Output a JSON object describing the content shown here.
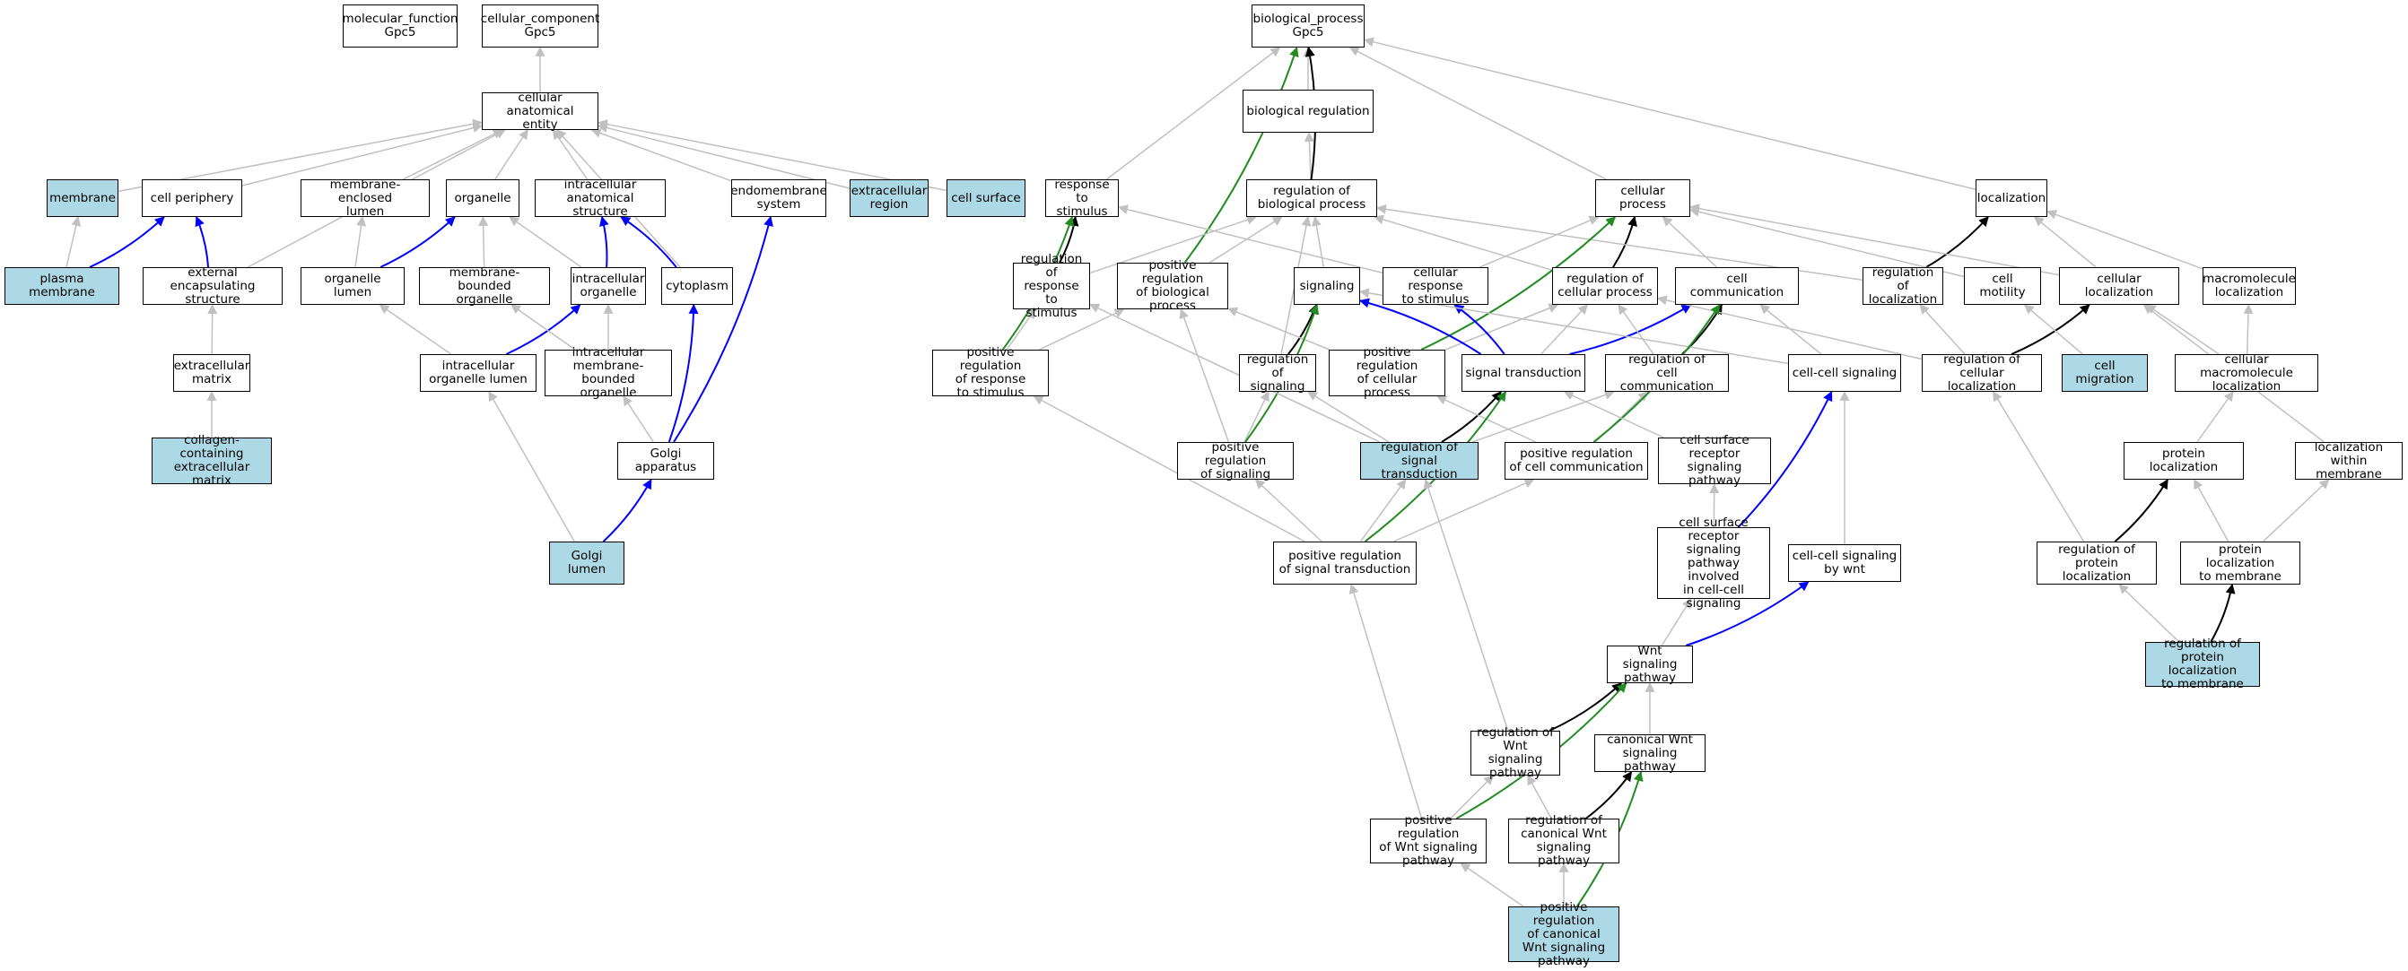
{
  "colors": {
    "highlight_fill": "#add8e6",
    "is_a": "#c0c0c0",
    "part_of": "#0000ff",
    "regulates": "#000000",
    "positively_regulates": "#228b22"
  },
  "nodes": [
    {
      "id": "molecular_function",
      "label": "molecular_function\nGpc5",
      "hl": false
    },
    {
      "id": "cellular_component",
      "label": "cellular_component\nGpc5",
      "hl": false
    },
    {
      "id": "cellular_anatomical_entity",
      "label": "cellular anatomical\nentity",
      "hl": false
    },
    {
      "id": "membrane",
      "label": "membrane",
      "hl": true
    },
    {
      "id": "cell_periphery",
      "label": "cell periphery",
      "hl": false
    },
    {
      "id": "membrane_enclosed_lumen",
      "label": "membrane-enclosed\nlumen",
      "hl": false
    },
    {
      "id": "organelle",
      "label": "organelle",
      "hl": false
    },
    {
      "id": "intracellular_anatomical_structure",
      "label": "intracellular\nanatomical structure",
      "hl": false
    },
    {
      "id": "endomembrane_system",
      "label": "endomembrane\nsystem",
      "hl": false
    },
    {
      "id": "extracellular_region",
      "label": "extracellular\nregion",
      "hl": true
    },
    {
      "id": "cell_surface",
      "label": "cell surface",
      "hl": true
    },
    {
      "id": "plasma_membrane",
      "label": "plasma membrane",
      "hl": true
    },
    {
      "id": "external_encapsulating_structure",
      "label": "external encapsulating\nstructure",
      "hl": false
    },
    {
      "id": "organelle_lumen",
      "label": "organelle lumen",
      "hl": false
    },
    {
      "id": "membrane_bounded_organelle",
      "label": "membrane-bounded\norganelle",
      "hl": false
    },
    {
      "id": "intracellular_organelle",
      "label": "intracellular\norganelle",
      "hl": false
    },
    {
      "id": "cytoplasm",
      "label": "cytoplasm",
      "hl": false
    },
    {
      "id": "extracellular_matrix",
      "label": "extracellular\nmatrix",
      "hl": false
    },
    {
      "id": "intracellular_organelle_lumen",
      "label": "intracellular\norganelle lumen",
      "hl": false
    },
    {
      "id": "intracellular_membrane_bounded_organelle",
      "label": "intracellular\nmembrane-bounded\norganelle",
      "hl": false
    },
    {
      "id": "collagen_ecm",
      "label": "collagen-containing\nextracellular\nmatrix",
      "hl": true
    },
    {
      "id": "golgi_apparatus",
      "label": "Golgi apparatus",
      "hl": false
    },
    {
      "id": "golgi_lumen",
      "label": "Golgi lumen",
      "hl": true
    },
    {
      "id": "biological_process",
      "label": "biological_process\nGpc5",
      "hl": false
    },
    {
      "id": "biological_regulation",
      "label": "biological regulation",
      "hl": false
    },
    {
      "id": "response_to_stimulus",
      "label": "response to\nstimulus",
      "hl": false
    },
    {
      "id": "regulation_of_biological_process",
      "label": "regulation of\nbiological process",
      "hl": false
    },
    {
      "id": "cellular_process",
      "label": "cellular process",
      "hl": false
    },
    {
      "id": "localization",
      "label": "localization",
      "hl": false
    },
    {
      "id": "regulation_of_response_to_stimulus",
      "label": "regulation of\nresponse to\nstimulus",
      "hl": false
    },
    {
      "id": "positive_regulation_of_biological_process",
      "label": "positive regulation\nof biological\nprocess",
      "hl": false
    },
    {
      "id": "signaling",
      "label": "signaling",
      "hl": false
    },
    {
      "id": "cellular_response_to_stimulus",
      "label": "cellular response\nto stimulus",
      "hl": false
    },
    {
      "id": "regulation_of_cellular_process",
      "label": "regulation of\ncellular process",
      "hl": false
    },
    {
      "id": "cell_communication",
      "label": "cell communication",
      "hl": false
    },
    {
      "id": "regulation_of_localization",
      "label": "regulation of\nlocalization",
      "hl": false
    },
    {
      "id": "cell_motility",
      "label": "cell motility",
      "hl": false
    },
    {
      "id": "cellular_localization",
      "label": "cellular localization",
      "hl": false
    },
    {
      "id": "macromolecule_localization",
      "label": "macromolecule\nlocalization",
      "hl": false
    },
    {
      "id": "positive_regulation_of_response_to_stimulus",
      "label": "positive regulation\nof response\nto stimulus",
      "hl": false
    },
    {
      "id": "regulation_of_signaling",
      "label": "regulation of\nsignaling",
      "hl": false
    },
    {
      "id": "positive_regulation_of_cellular_process",
      "label": "positive regulation\nof cellular\nprocess",
      "hl": false
    },
    {
      "id": "signal_transduction",
      "label": "signal transduction",
      "hl": false
    },
    {
      "id": "regulation_of_cell_communication",
      "label": "regulation of\ncell communication",
      "hl": false
    },
    {
      "id": "cell_cell_signaling",
      "label": "cell-cell signaling",
      "hl": false
    },
    {
      "id": "regulation_of_cellular_localization",
      "label": "regulation of\ncellular localization",
      "hl": false
    },
    {
      "id": "cell_migration",
      "label": "cell migration",
      "hl": true
    },
    {
      "id": "cellular_macromolecule_localization",
      "label": "cellular macromolecule\nlocalization",
      "hl": false
    },
    {
      "id": "positive_regulation_of_signaling",
      "label": "positive regulation\nof signaling",
      "hl": false
    },
    {
      "id": "regulation_of_signal_transduction",
      "label": "regulation of\nsignal transduction",
      "hl": true
    },
    {
      "id": "positive_regulation_of_cell_communication",
      "label": "positive regulation\nof cell communication",
      "hl": false
    },
    {
      "id": "cell_surface_receptor_signaling_pathway",
      "label": "cell surface\nreceptor signaling\npathway",
      "hl": false
    },
    {
      "id": "protein_localization",
      "label": "protein localization",
      "hl": false
    },
    {
      "id": "localization_within_membrane",
      "label": "localization\nwithin membrane",
      "hl": false
    },
    {
      "id": "positive_regulation_of_signal_transduction",
      "label": "positive regulation\nof signal transduction",
      "hl": false
    },
    {
      "id": "csrsp_cell_cell",
      "label": "cell surface\nreceptor signaling\npathway involved\nin cell-cell\nsignaling",
      "hl": false
    },
    {
      "id": "cell_cell_signaling_by_wnt",
      "label": "cell-cell signaling\nby wnt",
      "hl": false
    },
    {
      "id": "regulation_of_protein_localization",
      "label": "regulation of\nprotein localization",
      "hl": false
    },
    {
      "id": "protein_localization_to_membrane",
      "label": "protein localization\nto membrane",
      "hl": false
    },
    {
      "id": "wnt_signaling_pathway",
      "label": "Wnt signaling\npathway",
      "hl": false
    },
    {
      "id": "regulation_of_protein_localization_to_membrane",
      "label": "regulation of\nprotein localization\nto membrane",
      "hl": true
    },
    {
      "id": "regulation_of_wnt_signaling_pathway",
      "label": "regulation of\nWnt signaling\npathway",
      "hl": false
    },
    {
      "id": "canonical_wnt_signaling_pathway",
      "label": "canonical Wnt\nsignaling pathway",
      "hl": false
    },
    {
      "id": "positive_regulation_of_wnt_signaling_pathway",
      "label": "positive regulation\nof Wnt signaling\npathway",
      "hl": false
    },
    {
      "id": "regulation_of_canonical_wnt_signaling_pathway",
      "label": "regulation of\ncanonical Wnt\nsignaling pathway",
      "hl": false
    },
    {
      "id": "positive_regulation_of_canonical_wnt_signaling_pathway",
      "label": "positive regulation\nof canonical\nWnt signaling\npathway",
      "hl": true
    }
  ],
  "edges": [
    [
      "cellular_anatomical_entity",
      "cellular_component",
      "is_a"
    ],
    [
      "membrane",
      "cellular_anatomical_entity",
      "is_a"
    ],
    [
      "cell_periphery",
      "cellular_anatomical_entity",
      "is_a"
    ],
    [
      "membrane_enclosed_lumen",
      "cellular_anatomical_entity",
      "is_a"
    ],
    [
      "organelle",
      "cellular_anatomical_entity",
      "is_a"
    ],
    [
      "intracellular_anatomical_structure",
      "cellular_anatomical_entity",
      "is_a"
    ],
    [
      "endomembrane_system",
      "cellular_anatomical_entity",
      "is_a"
    ],
    [
      "extracellular_region",
      "cellular_anatomical_entity",
      "is_a"
    ],
    [
      "cell_surface",
      "cellular_anatomical_entity",
      "is_a"
    ],
    [
      "external_encapsulating_structure",
      "cellular_anatomical_entity",
      "is_a"
    ],
    [
      "cytoplasm",
      "cellular_anatomical_entity",
      "is_a"
    ],
    [
      "plasma_membrane",
      "membrane",
      "is_a"
    ],
    [
      "plasma_membrane",
      "cell_periphery",
      "part_of"
    ],
    [
      "external_encapsulating_structure",
      "cell_periphery",
      "part_of"
    ],
    [
      "organelle_lumen",
      "membrane_enclosed_lumen",
      "is_a"
    ],
    [
      "organelle_lumen",
      "organelle",
      "part_of"
    ],
    [
      "membrane_bounded_organelle",
      "organelle",
      "is_a"
    ],
    [
      "intracellular_organelle",
      "organelle",
      "is_a"
    ],
    [
      "intracellular_organelle",
      "intracellular_anatomical_structure",
      "part_of"
    ],
    [
      "cytoplasm",
      "intracellular_anatomical_structure",
      "part_of"
    ],
    [
      "extracellular_matrix",
      "external_encapsulating_structure",
      "is_a"
    ],
    [
      "collagen_ecm",
      "extracellular_matrix",
      "is_a"
    ],
    [
      "intracellular_organelle_lumen",
      "organelle_lumen",
      "is_a"
    ],
    [
      "intracellular_organelle_lumen",
      "intracellular_organelle",
      "part_of"
    ],
    [
      "intracellular_membrane_bounded_organelle",
      "membrane_bounded_organelle",
      "is_a"
    ],
    [
      "intracellular_membrane_bounded_organelle",
      "intracellular_organelle",
      "is_a"
    ],
    [
      "golgi_apparatus",
      "intracellular_membrane_bounded_organelle",
      "is_a"
    ],
    [
      "golgi_apparatus",
      "cytoplasm",
      "part_of"
    ],
    [
      "golgi_apparatus",
      "endomembrane_system",
      "part_of"
    ],
    [
      "golgi_lumen",
      "intracellular_organelle_lumen",
      "is_a"
    ],
    [
      "golgi_lumen",
      "golgi_apparatus",
      "part_of"
    ],
    [
      "biological_regulation",
      "biological_process",
      "is_a"
    ],
    [
      "response_to_stimulus",
      "biological_process",
      "is_a"
    ],
    [
      "cellular_process",
      "biological_process",
      "is_a"
    ],
    [
      "localization",
      "biological_process",
      "is_a"
    ],
    [
      "regulation_of_biological_process",
      "biological_regulation",
      "is_a"
    ],
    [
      "regulation_of_biological_process",
      "biological_process",
      "regulates"
    ],
    [
      "positive_regulation_of_biological_process",
      "biological_process",
      "positively_regulates"
    ],
    [
      "regulation_of_response_to_stimulus",
      "response_to_stimulus",
      "regulates"
    ],
    [
      "regulation_of_response_to_stimulus",
      "regulation_of_biological_process",
      "is_a"
    ],
    [
      "positive_regulation_of_biological_process",
      "regulation_of_biological_process",
      "is_a"
    ],
    [
      "signaling",
      "regulation_of_biological_process",
      "is_a"
    ],
    [
      "cellular_response_to_stimulus",
      "response_to_stimulus",
      "is_a"
    ],
    [
      "cellular_response_to_stimulus",
      "cellular_process",
      "is_a"
    ],
    [
      "regulation_of_cellular_process",
      "regulation_of_biological_process",
      "is_a"
    ],
    [
      "regulation_of_cellular_process",
      "cellular_process",
      "regulates"
    ],
    [
      "cell_communication",
      "cellular_process",
      "is_a"
    ],
    [
      "regulation_of_localization",
      "localization",
      "regulates"
    ],
    [
      "regulation_of_localization",
      "regulation_of_biological_process",
      "is_a"
    ],
    [
      "cell_motility",
      "cellular_process",
      "is_a"
    ],
    [
      "cellular_localization",
      "localization",
      "is_a"
    ],
    [
      "cellular_localization",
      "cellular_process",
      "is_a"
    ],
    [
      "macromolecule_localization",
      "localization",
      "is_a"
    ],
    [
      "positive_regulation_of_response_to_stimulus",
      "regulation_of_response_to_stimulus",
      "is_a"
    ],
    [
      "positive_regulation_of_response_to_stimulus",
      "positive_regulation_of_biological_process",
      "is_a"
    ],
    [
      "positive_regulation_of_response_to_stimulus",
      "response_to_stimulus",
      "positively_regulates"
    ],
    [
      "regulation_of_signaling",
      "signaling",
      "regulates"
    ],
    [
      "regulation_of_signaling",
      "regulation_of_biological_process",
      "is_a"
    ],
    [
      "positive_regulation_of_cellular_process",
      "regulation_of_cellular_process",
      "is_a"
    ],
    [
      "positive_regulation_of_cellular_process",
      "positive_regulation_of_biological_process",
      "is_a"
    ],
    [
      "positive_regulation_of_cellular_process",
      "cellular_process",
      "positively_regulates"
    ],
    [
      "signal_transduction",
      "signaling",
      "part_of"
    ],
    [
      "signal_transduction",
      "cellular_response_to_stimulus",
      "part_of"
    ],
    [
      "signal_transduction",
      "cell_communication",
      "part_of"
    ],
    [
      "signal_transduction",
      "regulation_of_cellular_process",
      "is_a"
    ],
    [
      "regulation_of_cell_communication",
      "cell_communication",
      "regulates"
    ],
    [
      "regulation_of_cell_communication",
      "regulation_of_cellular_process",
      "is_a"
    ],
    [
      "cell_cell_signaling",
      "cell_communication",
      "is_a"
    ],
    [
      "cell_cell_signaling",
      "signaling",
      "is_a"
    ],
    [
      "regulation_of_cellular_localization",
      "cellular_localization",
      "regulates"
    ],
    [
      "regulation_of_cellular_localization",
      "regulation_of_localization",
      "is_a"
    ],
    [
      "regulation_of_cellular_localization",
      "regulation_of_cellular_process",
      "is_a"
    ],
    [
      "cell_migration",
      "cell_motility",
      "is_a"
    ],
    [
      "cellular_macromolecule_localization",
      "cellular_localization",
      "is_a"
    ],
    [
      "cellular_macromolecule_localization",
      "macromolecule_localization",
      "is_a"
    ],
    [
      "positive_regulation_of_signaling",
      "regulation_of_signaling",
      "is_a"
    ],
    [
      "positive_regulation_of_signaling",
      "signaling",
      "positively_regulates"
    ],
    [
      "positive_regulation_of_signaling",
      "positive_regulation_of_biological_process",
      "is_a"
    ],
    [
      "regulation_of_signal_transduction",
      "signal_transduction",
      "regulates"
    ],
    [
      "regulation_of_signal_transduction",
      "regulation_of_signaling",
      "is_a"
    ],
    [
      "regulation_of_signal_transduction",
      "regulation_of_cell_communication",
      "is_a"
    ],
    [
      "regulation_of_signal_transduction",
      "regulation_of_response_to_stimulus",
      "is_a"
    ],
    [
      "positive_regulation_of_cell_communication",
      "regulation_of_cell_communication",
      "is_a"
    ],
    [
      "positive_regulation_of_cell_communication",
      "positive_regulation_of_cellular_process",
      "is_a"
    ],
    [
      "positive_regulation_of_cell_communication",
      "cell_communication",
      "positively_regulates"
    ],
    [
      "cell_surface_receptor_signaling_pathway",
      "signal_transduction",
      "is_a"
    ],
    [
      "protein_localization",
      "cellular_macromolecule_localization",
      "is_a"
    ],
    [
      "localization_within_membrane",
      "cellular_localization",
      "is_a"
    ],
    [
      "positive_regulation_of_signal_transduction",
      "regulation_of_signal_transduction",
      "is_a"
    ],
    [
      "positive_regulation_of_signal_transduction",
      "positive_regulation_of_signaling",
      "is_a"
    ],
    [
      "positive_regulation_of_signal_transduction",
      "positive_regulation_of_cell_communication",
      "is_a"
    ],
    [
      "positive_regulation_of_signal_transduction",
      "signal_transduction",
      "positively_regulates"
    ],
    [
      "positive_regulation_of_signal_transduction",
      "positive_regulation_of_response_to_stimulus",
      "is_a"
    ],
    [
      "csrsp_cell_cell",
      "cell_surface_receptor_signaling_pathway",
      "is_a"
    ],
    [
      "csrsp_cell_cell",
      "cell_cell_signaling",
      "part_of"
    ],
    [
      "cell_cell_signaling_by_wnt",
      "cell_cell_signaling",
      "is_a"
    ],
    [
      "regulation_of_protein_localization",
      "protein_localization",
      "regulates"
    ],
    [
      "regulation_of_protein_localization",
      "regulation_of_cellular_localization",
      "is_a"
    ],
    [
      "protein_localization_to_membrane",
      "protein_localization",
      "is_a"
    ],
    [
      "protein_localization_to_membrane",
      "localization_within_membrane",
      "is_a"
    ],
    [
      "wnt_signaling_pathway",
      "csrsp_cell_cell",
      "is_a"
    ],
    [
      "wnt_signaling_pathway",
      "cell_cell_signaling_by_wnt",
      "part_of"
    ],
    [
      "regulation_of_protein_localization_to_membrane",
      "regulation_of_protein_localization",
      "is_a"
    ],
    [
      "regulation_of_protein_localization_to_membrane",
      "protein_localization_to_membrane",
      "regulates"
    ],
    [
      "regulation_of_wnt_signaling_pathway",
      "wnt_signaling_pathway",
      "regulates"
    ],
    [
      "regulation_of_wnt_signaling_pathway",
      "regulation_of_signal_transduction",
      "is_a"
    ],
    [
      "canonical_wnt_signaling_pathway",
      "wnt_signaling_pathway",
      "is_a"
    ],
    [
      "positive_regulation_of_wnt_signaling_pathway",
      "regulation_of_wnt_signaling_pathway",
      "is_a"
    ],
    [
      "positive_regulation_of_wnt_signaling_pathway",
      "positive_regulation_of_signal_transduction",
      "is_a"
    ],
    [
      "positive_regulation_of_wnt_signaling_pathway",
      "wnt_signaling_pathway",
      "positively_regulates"
    ],
    [
      "regulation_of_canonical_wnt_signaling_pathway",
      "canonical_wnt_signaling_pathway",
      "regulates"
    ],
    [
      "regulation_of_canonical_wnt_signaling_pathway",
      "regulation_of_wnt_signaling_pathway",
      "is_a"
    ],
    [
      "positive_regulation_of_canonical_wnt_signaling_pathway",
      "regulation_of_canonical_wnt_signaling_pathway",
      "is_a"
    ],
    [
      "positive_regulation_of_canonical_wnt_signaling_pathway",
      "positive_regulation_of_wnt_signaling_pathway",
      "is_a"
    ],
    [
      "positive_regulation_of_canonical_wnt_signaling_pathway",
      "canonical_wnt_signaling_pathway",
      "positively_regulates"
    ]
  ]
}
